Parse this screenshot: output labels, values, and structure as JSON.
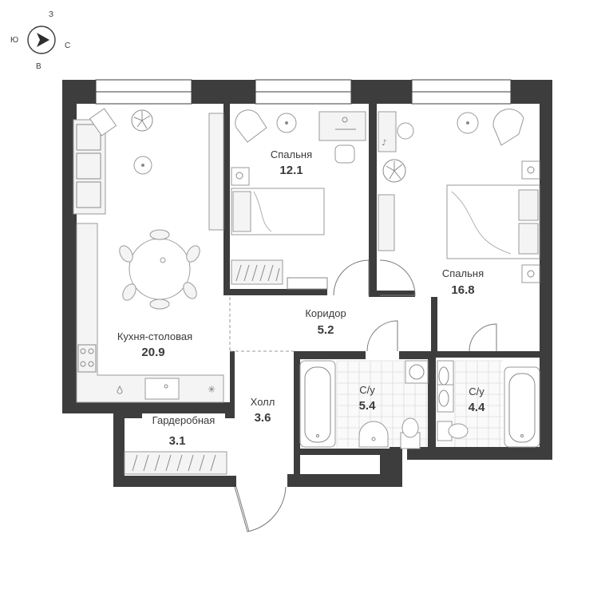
{
  "compass": {
    "north": "З",
    "south": "В",
    "west": "Ю",
    "east": "С"
  },
  "rooms": {
    "kitchen": {
      "label": "Кухня-столовая",
      "area": "20.9"
    },
    "bedroom1": {
      "label": "Спальня",
      "area": "12.1"
    },
    "bedroom2": {
      "label": "Спальня",
      "area": "16.8"
    },
    "corridor": {
      "label": "Коридор",
      "area": "5.2"
    },
    "bath1": {
      "label": "С/у",
      "area": "5.4"
    },
    "bath2": {
      "label": "С/у",
      "area": "4.4"
    },
    "hall": {
      "label": "Холл",
      "area": "3.6"
    },
    "wardrobe": {
      "label": "Гардеробная",
      "area": "3.1"
    }
  },
  "colors": {
    "wall": "#3d3d3d",
    "background": "#ffffff",
    "text": "#3a3a3a"
  }
}
